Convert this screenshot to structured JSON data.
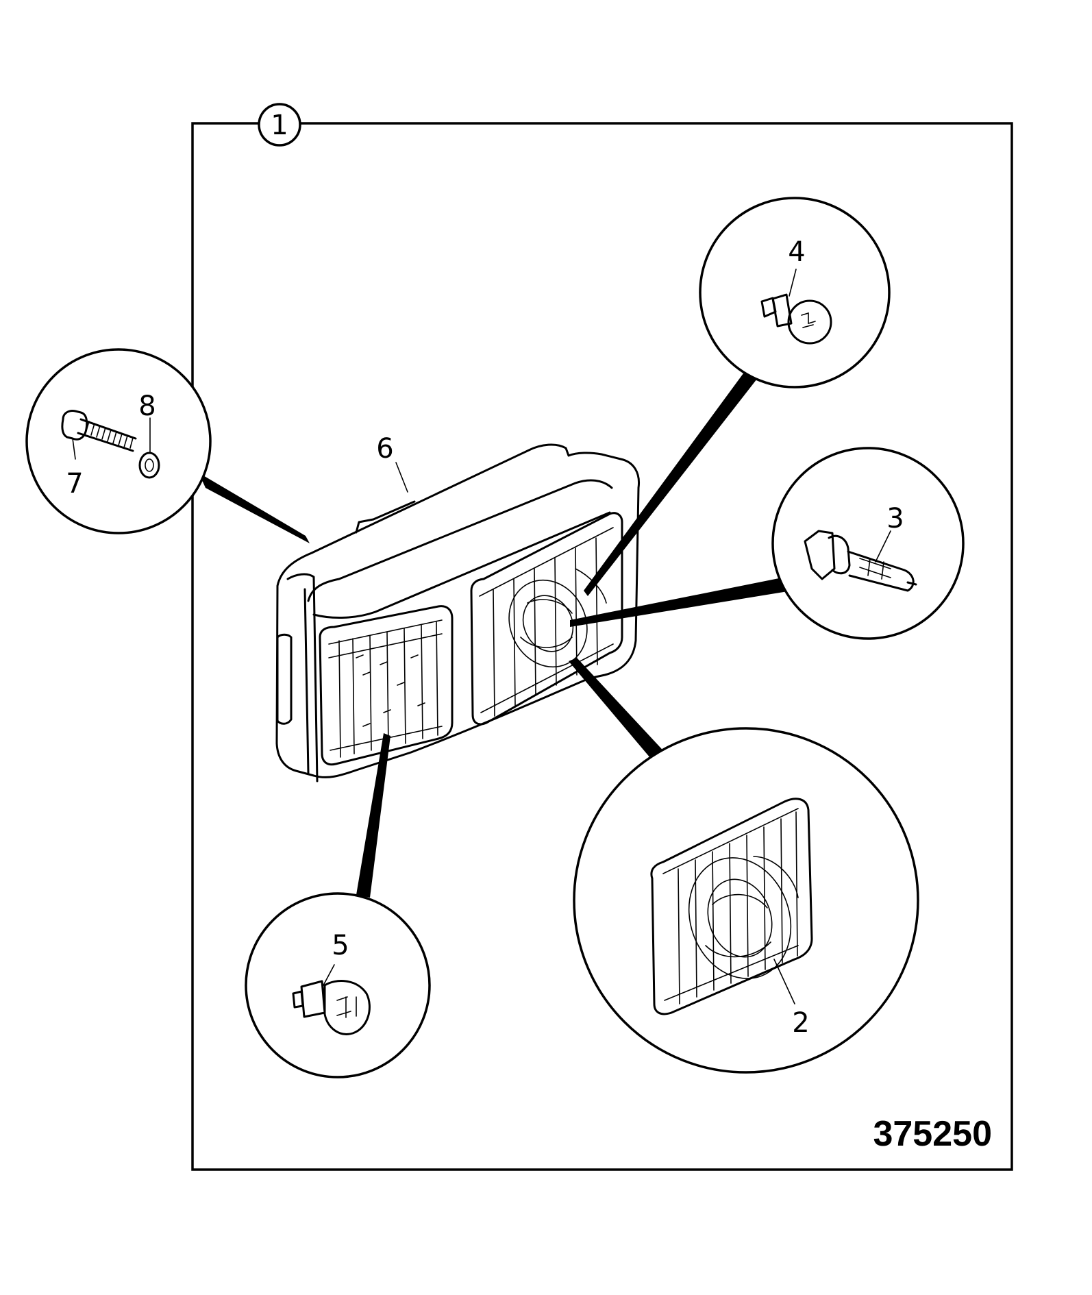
{
  "diagram": {
    "assembly_number": "1",
    "figure_number": "375250",
    "callouts": {
      "lens": "2",
      "headlamp_bulb": "3",
      "sidelamp_bulb": "4",
      "indicator_bulb": "5",
      "lamp_body": "6",
      "screw": "7",
      "washer": "8"
    }
  }
}
